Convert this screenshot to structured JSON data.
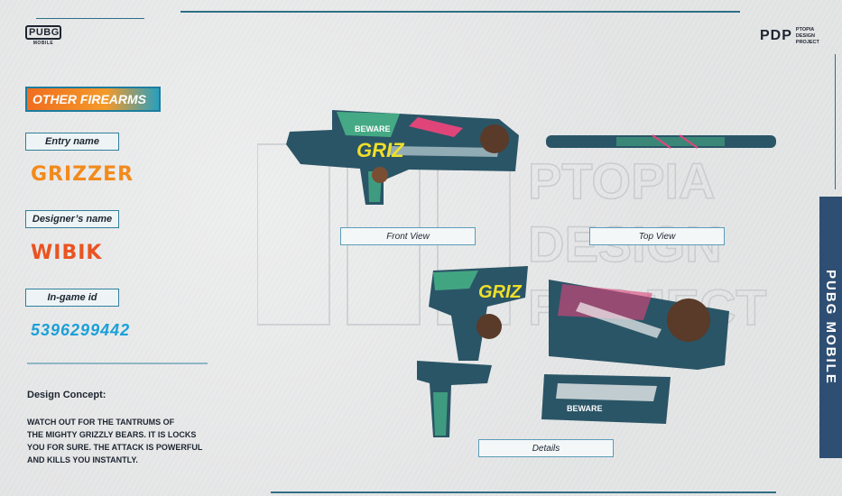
{
  "logos": {
    "pubg_top": "PUBG",
    "pubg_bottom": "MOBILE",
    "pdp_mark": "PDP",
    "pdp_line1": "PTOPIA",
    "pdp_line2": "DESIGN",
    "pdp_line3": "PROJECT"
  },
  "section_title": "OTHER FIREARMS",
  "entry": {
    "entry_label": "Entry name",
    "entry_value": "GRIZZER",
    "designer_label": "Designer’s name",
    "designer_value": "WIBIK",
    "ingame_label": "In-game id",
    "ingame_value": "5396299442"
  },
  "concept": {
    "title": "Design Concept:",
    "text": "WATCH OUT FOR THE TANTRUMS OF\nTHE MIGHTY GRIZZLY BEARS. IT IS LOCKS\nYOU FOR SURE. THE ATTACK IS POWERFUL\nAND KILLS YOU INSTANTLY."
  },
  "views": {
    "front": "Front View",
    "top": "Top View",
    "details": "Details"
  },
  "side_banner": "PUBG MOBILE",
  "watermark": {
    "mark": "PDP",
    "line1": "PTOPIA",
    "line2": "DESIGN",
    "line3": "PROJECT"
  },
  "gun_texts": {
    "beware": "BEWARE",
    "griz": "GRIZ"
  },
  "colors": {
    "accent_blue": "#2f6f86",
    "orange": "#f28a1c",
    "red_orange": "#ea5321",
    "id_blue": "#1aa0d8",
    "gun_teal": "#2a5566",
    "gun_green": "#49b98a",
    "gun_pink": "#e0457a",
    "gun_yellow": "#f0df2a"
  }
}
